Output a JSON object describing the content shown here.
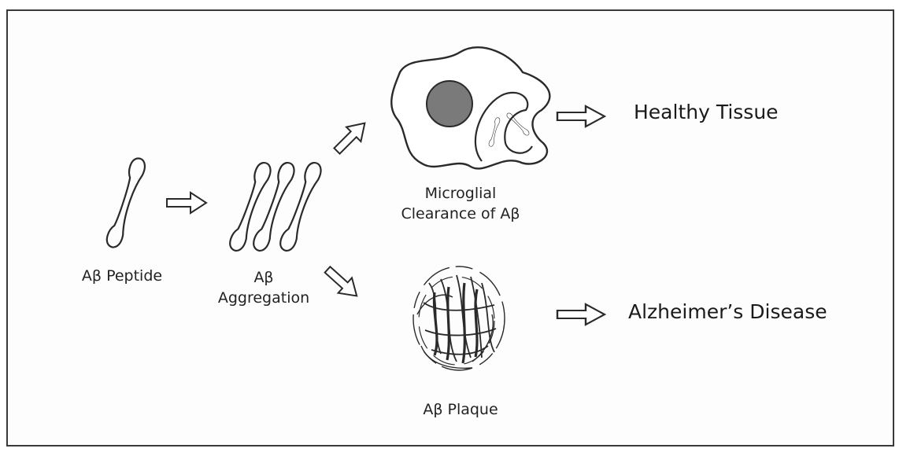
{
  "diagram": {
    "stages": {
      "peptide": "Aβ Peptide",
      "aggregation_line1": "Aβ",
      "aggregation_line2": "Aggregation",
      "clearance_line1": "Microglial",
      "clearance_line2": "Clearance of Aβ",
      "plaque": "Aβ Plaque"
    },
    "outcomes": {
      "healthy": "Healthy Tissue",
      "disease": "Alzheimer’s Disease"
    },
    "colors": {
      "ink": "#2a2a2a",
      "nucleus": "#7a7a7a",
      "frame": "#3a3a3a"
    }
  }
}
